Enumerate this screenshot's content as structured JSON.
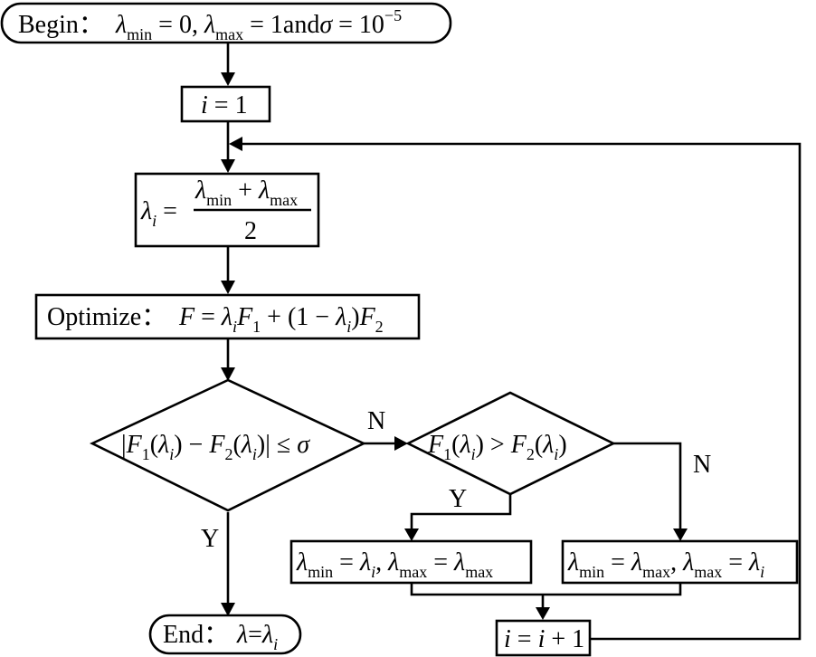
{
  "flowchart": {
    "begin": {
      "label": "Begin：",
      "formula": "λmin = 0, λmax = 1andσ = 10−5",
      "parts": {
        "lam": "λ",
        "min": "min",
        "zero": " = 0, ",
        "max": "max",
        "tail": " = 1andσ = 10",
        "exp": "−5"
      }
    },
    "init_i": {
      "text": "i = 1"
    },
    "midpoint": {
      "lhs": "λi =",
      "numerator": "λmin + λmax",
      "denominator": "2"
    },
    "optimize": {
      "label": "Optimize：",
      "formula": "F = λiF1 + (1 − λi)F2"
    },
    "decision_converged": {
      "text": "|F1(λi) − F2(λi)| ≤ σ"
    },
    "decision_compare": {
      "text": "F1(λi) > F2(λi)"
    },
    "update_min": {
      "text": "λmin = λi, λmax = λmax"
    },
    "update_max": {
      "text": "λmin = λmax, λmax = λi"
    },
    "increment": {
      "text": "i = i + 1"
    },
    "end": {
      "label": "End：",
      "formula": "λ=λi"
    },
    "edge_labels": {
      "n1": "N",
      "n2": "N",
      "y1": "Y",
      "y2": "Y"
    }
  }
}
